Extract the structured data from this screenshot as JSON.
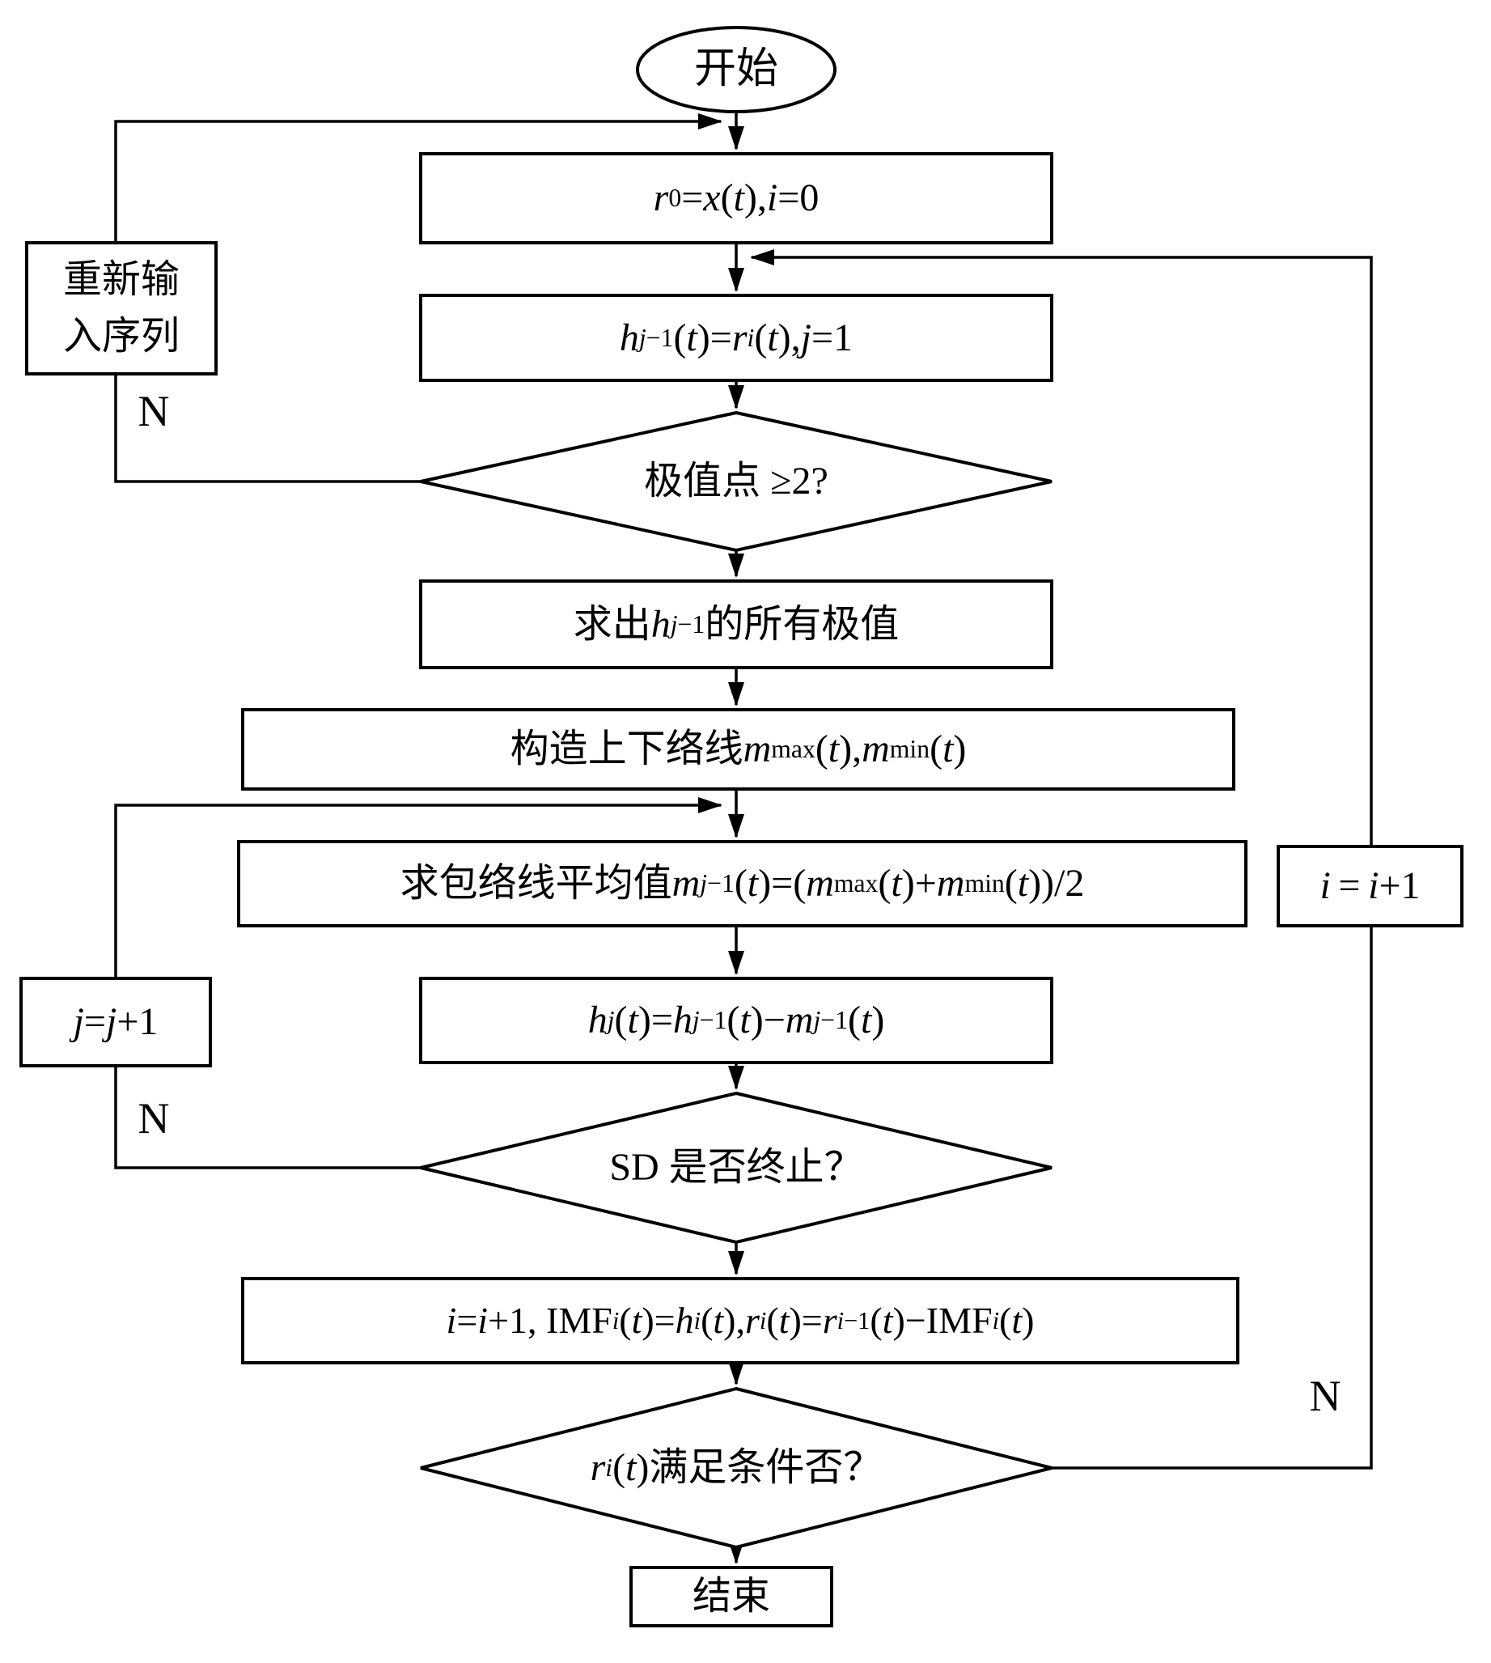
{
  "colors": {
    "stroke": "#000000",
    "background": "#ffffff"
  },
  "nodes": {
    "start": {
      "label": "开始"
    },
    "init": {
      "label_html": "<i>r</i><sub>0</sub>=<i>x</i>(<i>t</i>), <i>i</i>=0"
    },
    "sift": {
      "label_html": "<i>h</i><sub><i>j</i>−1</sub>(<i>t</i>)=<i>r</i><sub><i>i</i></sub>(<i>t</i>), <i>j</i>=1"
    },
    "extrema_check": {
      "label_html": "极值点 ≥2?"
    },
    "find_extrema": {
      "label_html": "求出 <i>h</i><sub><i>j</i>−1</sub> 的所有极值"
    },
    "envelope": {
      "label_html": "构造上下络线 <i>m</i><sub>max</sub>(<i>t</i>), <i>m</i><sub>min</sub>(<i>t</i>)"
    },
    "mean": {
      "label_html": "求包络线平均值 <i>m</i><sub><i>j</i>−1</sub>(<i>t</i>)=(<i>m</i><sub>max</sub>(<i>t</i>)+<i>m</i><sub>min</sub>(<i>t</i>))/2"
    },
    "update_h": {
      "label_html": "<i>h</i><sub><i>j</i></sub>(<i>t</i>)=<i>h</i><sub><i>j</i>−1</sub>(<i>t</i>)−<i>m</i><sub><i>j</i>−1</sub>(<i>t</i>)"
    },
    "sd_check": {
      "label_html": "SD 是否终止？"
    },
    "imf": {
      "label_html": "<i>i</i>=<i>i</i>+1, IMF<sub><i>i</i></sub>(<i>t</i>)=<i>h</i><sub><i>i</i></sub>(<i>t</i>), <i>r</i><sub><i>i</i></sub>(<i>t</i>)=<i>r</i><sub><i>i</i>−1</sub>(<i>t</i>)−IMF<sub><i>i</i></sub>(<i>t</i>)"
    },
    "cond_check": {
      "label_html": "<i>r</i><sub><i>i</i></sub>(<i>t</i>)满足条件否？"
    },
    "end": {
      "label": "结束"
    },
    "reinput": {
      "label_html": "重新输<br>入序列"
    },
    "j_plus": {
      "label_html": "<i>j</i>=<i>j</i>+1"
    },
    "i_plus": {
      "label_html": "<i>i</i>&#8201;=&#8201;<i>i</i>+1"
    }
  },
  "edge_labels": {
    "n_reinput": "N",
    "n_sd": "N",
    "n_cond": "N"
  }
}
